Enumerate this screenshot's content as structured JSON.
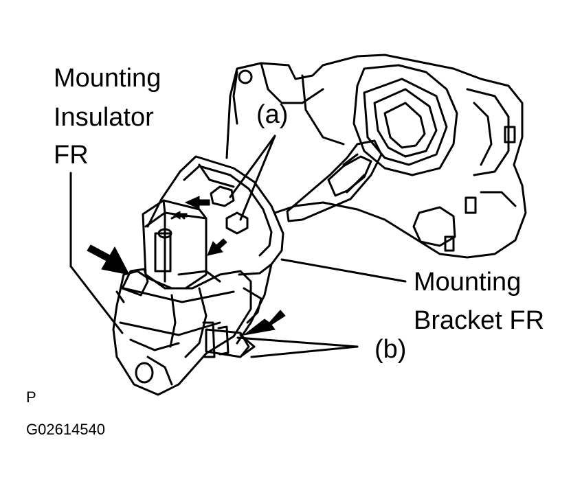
{
  "labels": {
    "insulator_line1": "Mounting",
    "insulator_line2": "Insulator",
    "insulator_line3": "FR",
    "bracket_line1": "Mounting",
    "bracket_line2": "Bracket FR",
    "callout_a": "(a)",
    "callout_b": "(b)",
    "view_letter": "P",
    "figure_code": "G02614540"
  },
  "colors": {
    "ink": "#000000",
    "paper": "#ffffff"
  }
}
